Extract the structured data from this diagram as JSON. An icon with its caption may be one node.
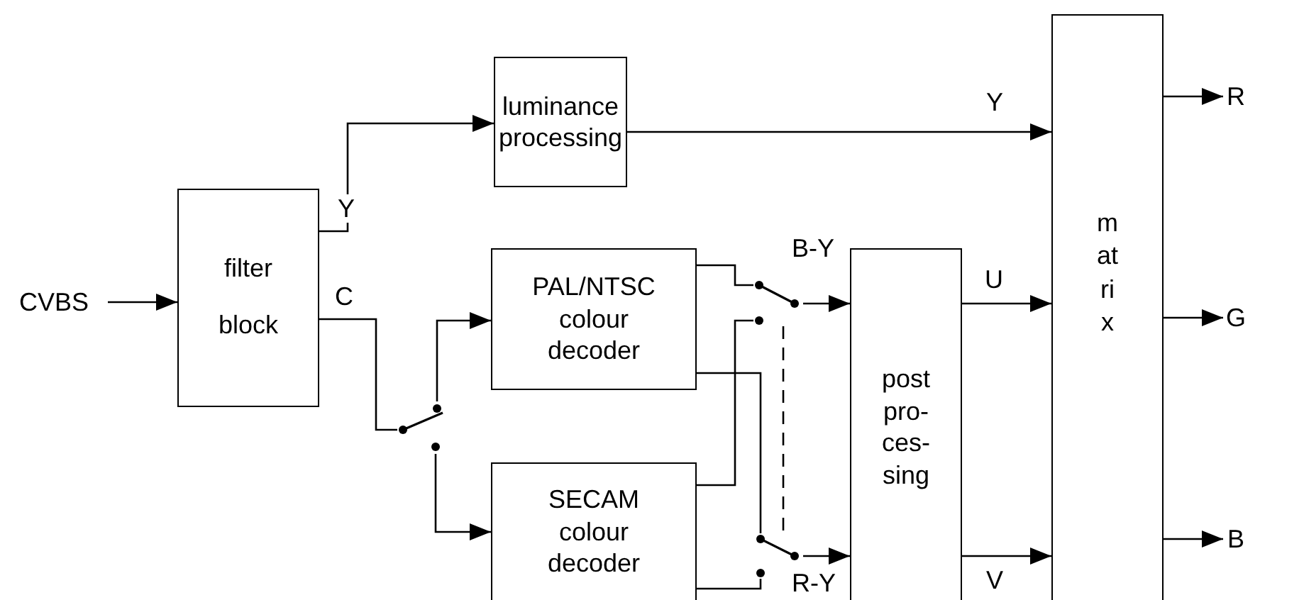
{
  "diagram": {
    "nodes": [
      {
        "text": [
          "CVBS"
        ]
      },
      {
        "text": [
          "filter block"
        ]
      },
      {
        "text": [
          "luminance processing"
        ]
      },
      {
        "text": [],
        "shape": "switch"
      },
      {
        "text": [
          "PAL/NTSC colour decoder"
        ]
      },
      {
        "text": [
          "SECAM colour decoder"
        ]
      },
      {
        "text": [],
        "shape": "switch"
      },
      {
        "text": [],
        "shape": "switch"
      },
      {
        "text": [
          "post pro- ces- sing"
        ]
      },
      {
        "text": [
          "matrix"
        ]
      },
      {
        "text": [
          "R"
        ]
      },
      {
        "text": [
          "G"
        ]
      },
      {
        "text": [
          "B"
        ]
      }
    ],
    "edges": [
      {
        "from": 0,
        "to": 1,
        "arrow": "to"
      },
      {
        "from": 1,
        "to": 2,
        "arrow": "to",
        "label": "Y"
      },
      {
        "from": 1,
        "to": 3,
        "arrow": "none",
        "label": "C"
      },
      {
        "from": 3,
        "to": 4,
        "arrow": "to"
      },
      {
        "from": 3,
        "to": 5,
        "arrow": "to"
      },
      {
        "from": 4,
        "to": 6,
        "arrow": "none"
      },
      {
        "from": 5,
        "to": 6,
        "arrow": "none"
      },
      {
        "from": 4,
        "to": 7,
        "arrow": "none"
      },
      {
        "from": 5,
        "to": 7,
        "arrow": "none"
      },
      {
        "from": 6,
        "to": 8,
        "arrow": "to",
        "label": "B-Y"
      },
      {
        "from": 7,
        "to": 8,
        "arrow": "to",
        "label": "R-Y"
      },
      {
        "from": 6,
        "to": 7,
        "arrow": "none",
        "style": "dashed"
      },
      {
        "from": 2,
        "to": 9,
        "arrow": "to",
        "label": "Y"
      },
      {
        "from": 8,
        "to": 9,
        "arrow": "to",
        "label": "U"
      },
      {
        "from": 8,
        "to": 9,
        "arrow": "to",
        "label": "V"
      },
      {
        "from": 9,
        "to": 10,
        "arrow": "to"
      },
      {
        "from": 9,
        "to": 11,
        "arrow": "to"
      },
      {
        "from": 9,
        "to": 12,
        "arrow": "to"
      }
    ]
  }
}
